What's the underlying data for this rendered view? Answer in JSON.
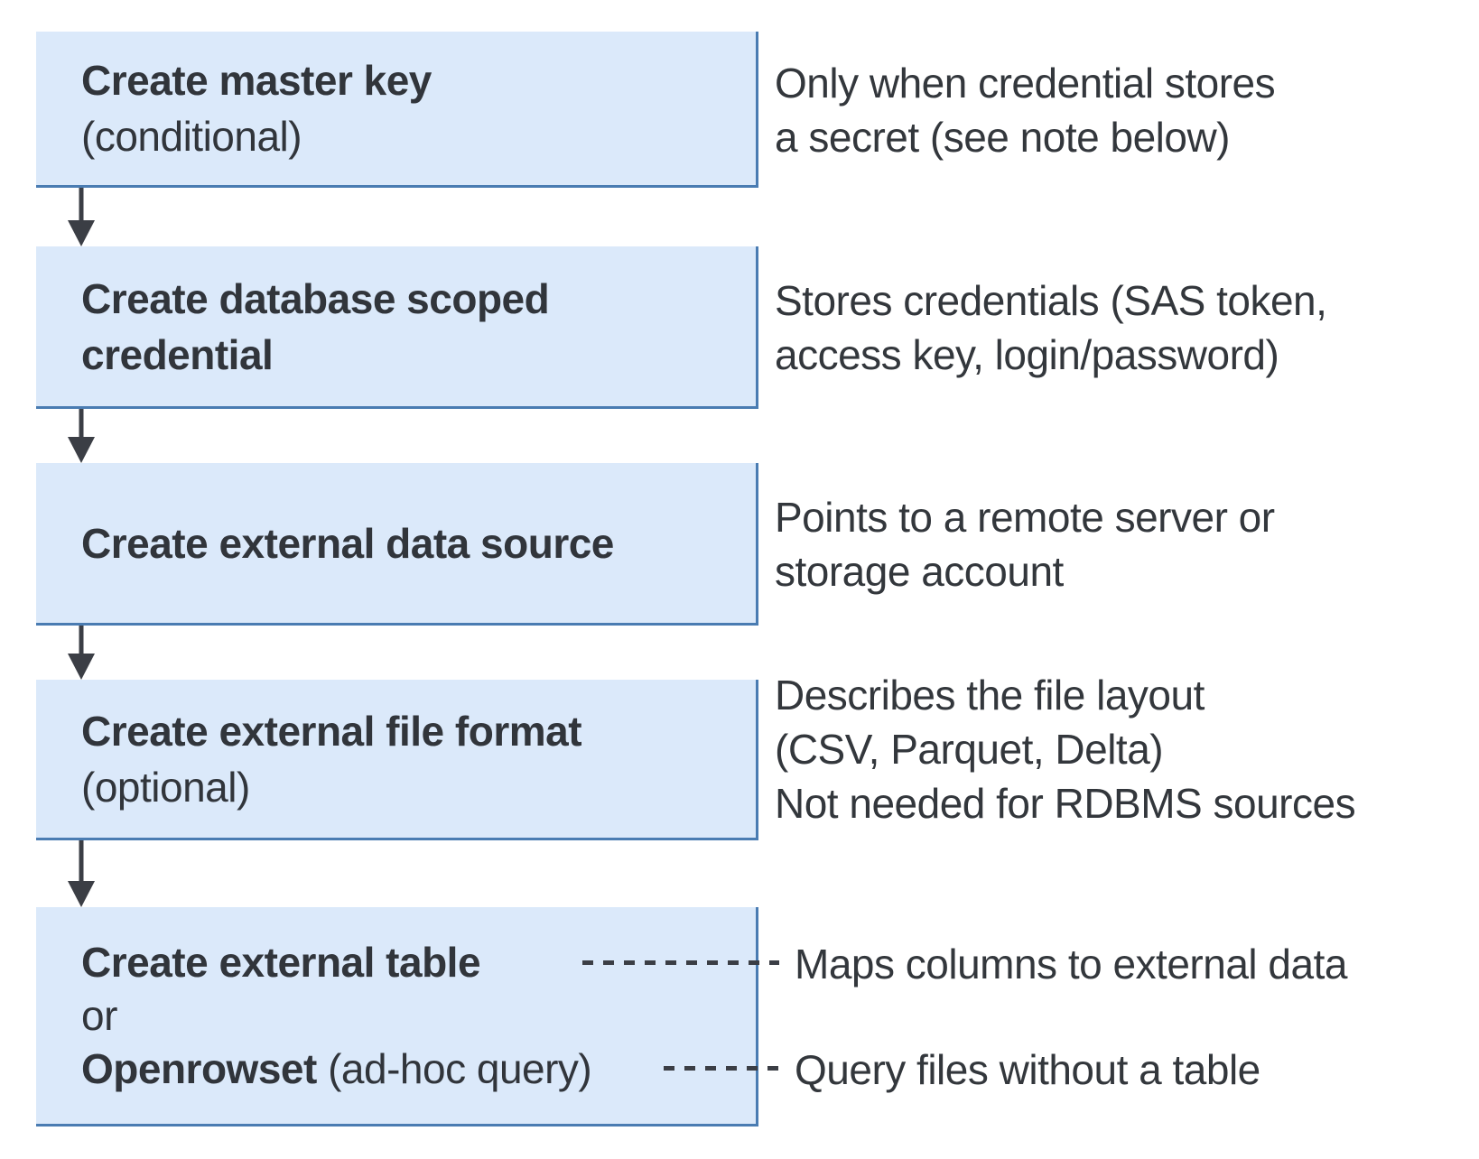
{
  "colors": {
    "box_fill": "#dbe9fa",
    "box_border": "#4a7cb2",
    "arrow": "#3b3e45",
    "text": "#31353b"
  },
  "steps": [
    {
      "title": "Create master key",
      "qualifier": "(conditional)",
      "note_lines": [
        "Only when credential stores",
        "a secret (see note below)"
      ]
    },
    {
      "title": "Create database scoped credential",
      "note_lines": [
        "Stores credentials (SAS token,",
        "access key, login/password)"
      ]
    },
    {
      "title": "Create external data source",
      "note_lines": [
        "Points to a remote server or",
        "storage account"
      ]
    },
    {
      "title": "Create external file format",
      "qualifier": "(optional)",
      "note_lines": [
        "Describes the file layout",
        "(CSV, Parquet, Delta)",
        "Not needed for RDBMS sources"
      ]
    },
    {
      "line1_bold": "Create external table",
      "line2": "or",
      "line3_bold": "Openrowset",
      "line3_normal": " (ad-hoc query)",
      "note_table": "Maps columns to external data",
      "note_openrowset": "Query files without a table"
    }
  ]
}
